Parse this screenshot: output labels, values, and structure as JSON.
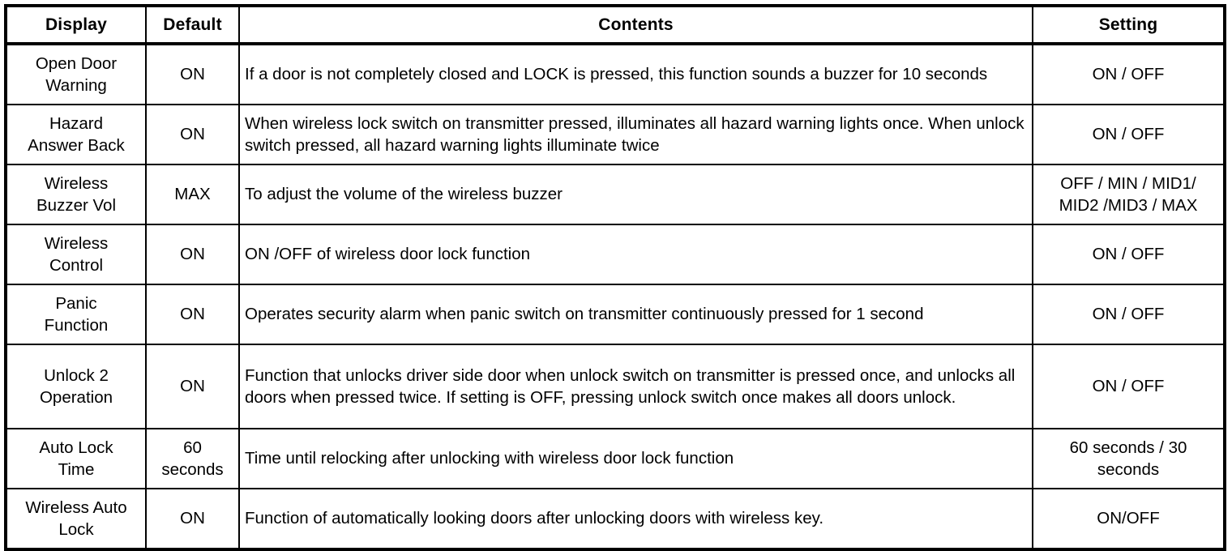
{
  "table": {
    "headers": {
      "display": "Display",
      "default": "Default",
      "contents": "Contents",
      "setting": "Setting"
    },
    "rows": [
      {
        "display_line1": "Open Door",
        "display_line2": "Warning",
        "default": "ON",
        "contents": "If a door is not completely closed and LOCK is pressed, this function sounds a buzzer for 10 seconds",
        "setting_line1": "ON / OFF",
        "setting_line2": ""
      },
      {
        "display_line1": "Hazard",
        "display_line2": "Answer Back",
        "default": "ON",
        "contents": "When wireless lock switch on transmitter pressed, illuminates all hazard warning lights once. When unlock switch pressed, all hazard warning lights illuminate twice",
        "setting_line1": "ON / OFF",
        "setting_line2": ""
      },
      {
        "display_line1": "Wireless",
        "display_line2": "Buzzer Vol",
        "default": "MAX",
        "contents": "To adjust the volume of the wireless buzzer",
        "setting_line1": "OFF / MIN / MID1/",
        "setting_line2": "MID2 /MID3 / MAX"
      },
      {
        "display_line1": "Wireless",
        "display_line2": "Control",
        "default": "ON",
        "contents": "ON /OFF of wireless door lock function",
        "setting_line1": "ON / OFF",
        "setting_line2": ""
      },
      {
        "display_line1": "Panic",
        "display_line2": "Function",
        "default": "ON",
        "contents": "Operates security alarm when panic switch on transmitter continuously pressed for 1 second",
        "setting_line1": "ON / OFF",
        "setting_line2": ""
      },
      {
        "display_line1": "Unlock 2",
        "display_line2": "Operation",
        "default": "ON",
        "contents": "Function that unlocks driver side door when unlock switch on transmitter is pressed once, and unlocks all doors when pressed twice. If setting is OFF, pressing unlock switch once makes all doors unlock.",
        "setting_line1": "ON / OFF",
        "setting_line2": ""
      },
      {
        "display_line1": "Auto Lock",
        "display_line2": "Time",
        "default_line1": "60",
        "default_line2": "seconds",
        "default": "",
        "contents": "Time until relocking after unlocking with wireless door lock function",
        "setting_line1": "60 seconds / 30",
        "setting_line2": "seconds"
      },
      {
        "display_line1": "Wireless Auto",
        "display_line2": "Lock",
        "default": "ON",
        "contents": "Function of automatically looking doors after unlocking doors with wireless key.",
        "setting_line1": "ON/OFF",
        "setting_line2": ""
      }
    ]
  }
}
